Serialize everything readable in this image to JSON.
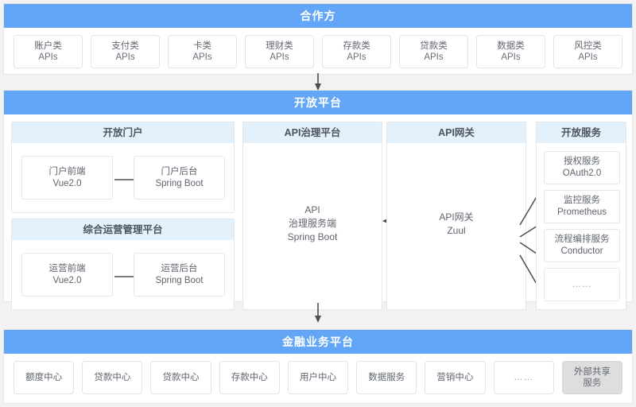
{
  "partners": {
    "title": "合作方",
    "items": [
      {
        "l1": "账户类",
        "l2": "APIs"
      },
      {
        "l1": "支付类",
        "l2": "APIs"
      },
      {
        "l1": "卡类",
        "l2": "APIs"
      },
      {
        "l1": "理财类",
        "l2": "APIs"
      },
      {
        "l1": "存款类",
        "l2": "APIs"
      },
      {
        "l1": "贷款类",
        "l2": "APIs"
      },
      {
        "l1": "数据类",
        "l2": "APIs"
      },
      {
        "l1": "风控类",
        "l2": "APIs"
      }
    ]
  },
  "open_platform": {
    "title": "开放平台",
    "portal": {
      "title": "开放门户",
      "front": {
        "l1": "门户前端",
        "l2": "Vue2.0"
      },
      "back": {
        "l1": "门户后台",
        "l2": "Spring Boot"
      }
    },
    "operation": {
      "title": "综合运营管理平台",
      "front": {
        "l1": "运营前端",
        "l2": "Vue2.0"
      },
      "back": {
        "l1": "运营后台",
        "l2": "Spring Boot"
      }
    },
    "governance": {
      "title": "API治理平台",
      "body_l1": "API",
      "body_l2": "治理服务端",
      "body_l3": "Spring Boot"
    },
    "gateway": {
      "title": "API网关",
      "body_l1": "API网关",
      "body_l2": "Zuul"
    },
    "services": {
      "title": "开放服务",
      "items": [
        {
          "l1": "授权服务",
          "l2": "OAuth2.0"
        },
        {
          "l1": "监控服务",
          "l2": "Prometheus"
        },
        {
          "l1": "流程编排服务",
          "l2": "Conductor"
        },
        {
          "l1": "……",
          "l2": ""
        }
      ]
    }
  },
  "business_platform": {
    "title": "金融业务平台",
    "items": [
      {
        "l1": "额度中心",
        "l2": "",
        "shaded": false
      },
      {
        "l1": "贷款中心",
        "l2": "",
        "shaded": false
      },
      {
        "l1": "贷款中心",
        "l2": "",
        "shaded": false
      },
      {
        "l1": "存款中心",
        "l2": "",
        "shaded": false
      },
      {
        "l1": "用户中心",
        "l2": "",
        "shaded": false
      },
      {
        "l1": "数据服务",
        "l2": "",
        "shaded": false
      },
      {
        "l1": "营销中心",
        "l2": "",
        "shaded": false
      },
      {
        "l1": "……",
        "l2": "",
        "shaded": false
      },
      {
        "l1": "外部共享",
        "l2": "服务",
        "shaded": true
      }
    ]
  },
  "colors": {
    "band": "#63a6f7",
    "panel_header": "#e3f1fd",
    "page_bg": "#f2f2f2",
    "arrow": "#4d4d4d",
    "shaded_chip": "#dedede"
  }
}
